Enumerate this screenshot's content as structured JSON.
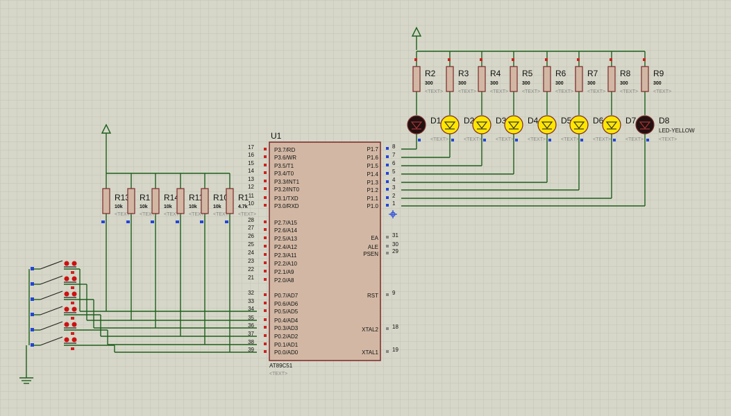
{
  "mcu": {
    "ref": "U1",
    "part": "AT89C51",
    "text_placeholder": "<TEXT>",
    "left_pins": [
      {
        "num": "17",
        "name": "P3.7/RD"
      },
      {
        "num": "16",
        "name": "P3.6/WR"
      },
      {
        "num": "15",
        "name": "P3.5/T1"
      },
      {
        "num": "14",
        "name": "P3.4/T0"
      },
      {
        "num": "13",
        "name": "P3.3/INT1"
      },
      {
        "num": "12",
        "name": "P3.2/INT0"
      },
      {
        "num": "11",
        "name": "P3.1/TXD"
      },
      {
        "num": "10",
        "name": "P3.0/RXD"
      },
      {
        "num": "28",
        "name": "P2.7/A15"
      },
      {
        "num": "27",
        "name": "P2.6/A14"
      },
      {
        "num": "26",
        "name": "P2.5/A13"
      },
      {
        "num": "25",
        "name": "P2.4/A12"
      },
      {
        "num": "24",
        "name": "P2.3/A11"
      },
      {
        "num": "23",
        "name": "P2.2/A10"
      },
      {
        "num": "22",
        "name": "P2.1/A9"
      },
      {
        "num": "21",
        "name": "P2.0/A8"
      },
      {
        "num": "32",
        "name": "P0.7/AD7"
      },
      {
        "num": "33",
        "name": "P0.6/AD6"
      },
      {
        "num": "34",
        "name": "P0.5/AD5"
      },
      {
        "num": "35",
        "name": "P0.4/AD4"
      },
      {
        "num": "36",
        "name": "P0.3/AD3"
      },
      {
        "num": "37",
        "name": "P0.2/AD2"
      },
      {
        "num": "38",
        "name": "P0.1/AD1"
      },
      {
        "num": "39",
        "name": "P0.0/AD0"
      }
    ],
    "right_pins": [
      {
        "num": "8",
        "name": "P1.7"
      },
      {
        "num": "7",
        "name": "P1.6"
      },
      {
        "num": "6",
        "name": "P1.5"
      },
      {
        "num": "5",
        "name": "P1.4"
      },
      {
        "num": "4",
        "name": "P1.3"
      },
      {
        "num": "3",
        "name": "P1.2"
      },
      {
        "num": "2",
        "name": "P1.1"
      },
      {
        "num": "1",
        "name": "P1.0"
      },
      {
        "num": "31",
        "name": "EA"
      },
      {
        "num": "30",
        "name": "ALE"
      },
      {
        "num": "29",
        "name": "PSEN"
      },
      {
        "num": "9",
        "name": "RST"
      },
      {
        "num": "18",
        "name": "XTAL2"
      },
      {
        "num": "19",
        "name": "XTAL1"
      }
    ]
  },
  "led_resistors": [
    {
      "ref": "R2",
      "value": "300",
      "text": "<TEXT>"
    },
    {
      "ref": "R3",
      "value": "300",
      "text": "<TEXT>"
    },
    {
      "ref": "R4",
      "value": "300",
      "text": "<TEXT>"
    },
    {
      "ref": "R5",
      "value": "300",
      "text": "<TEXT>"
    },
    {
      "ref": "R6",
      "value": "300",
      "text": "<TEXT>"
    },
    {
      "ref": "R7",
      "value": "300",
      "text": "<TEXT>"
    },
    {
      "ref": "R8",
      "value": "300",
      "text": "<TEXT>"
    },
    {
      "ref": "R9",
      "value": "300",
      "text": "<TEXT>"
    }
  ],
  "leds": [
    {
      "ref": "D1",
      "state": "off",
      "text": "<TEXT>"
    },
    {
      "ref": "D2",
      "state": "on",
      "text": "<TEXT>"
    },
    {
      "ref": "D3",
      "state": "on",
      "text": "<TEXT>"
    },
    {
      "ref": "D4",
      "state": "on",
      "text": "<TEXT>"
    },
    {
      "ref": "D5",
      "state": "on",
      "text": "<TEXT>"
    },
    {
      "ref": "D6",
      "state": "on",
      "text": "<TEXT>"
    },
    {
      "ref": "D7",
      "state": "on",
      "text": "<TEXT>"
    },
    {
      "ref": "D8",
      "state": "off",
      "text": "<TEXT>",
      "type": "LED-YELLOW"
    }
  ],
  "pullup_resistors": [
    {
      "ref": "R13",
      "value": "10k",
      "text": "<TEXT>"
    },
    {
      "ref": "R1",
      "value": "10k",
      "text": "<TEXT>"
    },
    {
      "ref": "R14",
      "value": "10k",
      "text": "<TEXT>"
    },
    {
      "ref": "R11",
      "value": "10k",
      "text": "<TEXT>"
    },
    {
      "ref": "R10",
      "value": "10k",
      "text": "<TEXT>"
    },
    {
      "ref": "R1",
      "value": "4.7k",
      "text": "<TEXT>"
    }
  ],
  "switch_count": 6,
  "colors": {
    "background": "#d6d7c8",
    "grid": "#c2c3b4",
    "wire": "#1c5e1c",
    "component": "#7a2828",
    "body_fill": "#d2b8a4",
    "pin": "#cc2222",
    "pin_blue": "#2244dd",
    "led_on": "#ffe600",
    "led_off": "#221111"
  }
}
